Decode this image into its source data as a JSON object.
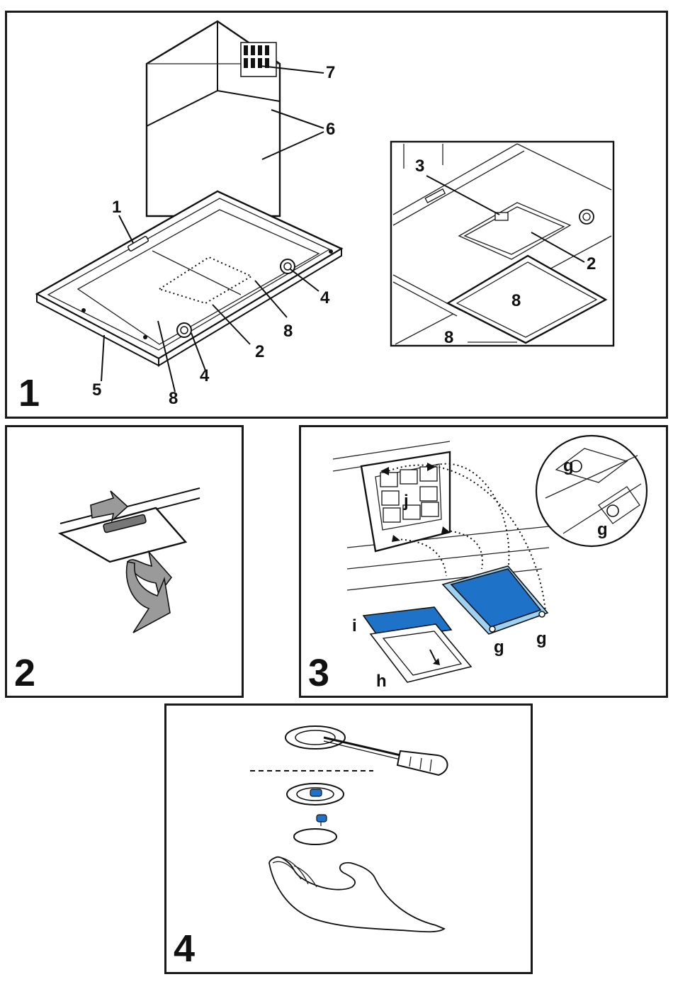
{
  "panels": [
    {
      "number": "1",
      "callouts": {
        "c1": "1",
        "c2": "2",
        "c4a": "4",
        "c4b": "4",
        "c5": "5",
        "c6": "6",
        "c7": "7",
        "c8a": "8",
        "c8b": "8"
      },
      "inset_callouts": {
        "c3": "3",
        "c2": "2",
        "c8a": "8",
        "c8b": "8"
      }
    },
    {
      "number": "2"
    },
    {
      "number": "3",
      "callouts": {
        "j": "j",
        "i": "i",
        "h": "h",
        "g1": "g",
        "g2": "g",
        "g3": "g",
        "g4": "g"
      }
    },
    {
      "number": "4"
    }
  ],
  "colors": {
    "filter_blue": "#1e73c8",
    "frame_light_blue": "#9ed2f0",
    "arrow_gray": "#9a9a9a"
  }
}
